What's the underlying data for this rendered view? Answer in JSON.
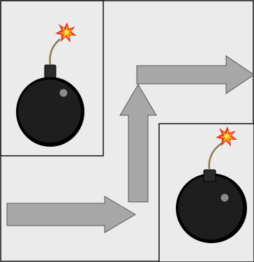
{
  "scene": {
    "colors": {
      "background": "#ffffff",
      "panel_fill": "#ebebeb",
      "outline": "#111111",
      "path_fill": "#a7a7a7",
      "bomb_body": "#1e1e1e",
      "bomb_shadow": "#000000",
      "bomb_highlight": "#8c8c8c",
      "bomb_cap": "#2b2b2b",
      "fuse": "#8a7a4a",
      "spark_red": "#e23a1f",
      "spark_orange": "#f7a21b",
      "spark_yellow": "#ffe34a"
    },
    "icons": {
      "bomb": "bomb-icon",
      "path": "arrow-path-icon"
    },
    "bombs": [
      {
        "name": "bomb-top-left"
      },
      {
        "name": "bomb-bottom-right"
      }
    ],
    "path_arrows": [
      {
        "name": "path-bottom-left",
        "direction": "right"
      },
      {
        "name": "path-vertical",
        "direction": "up"
      },
      {
        "name": "path-top-right",
        "direction": "right"
      }
    ]
  }
}
